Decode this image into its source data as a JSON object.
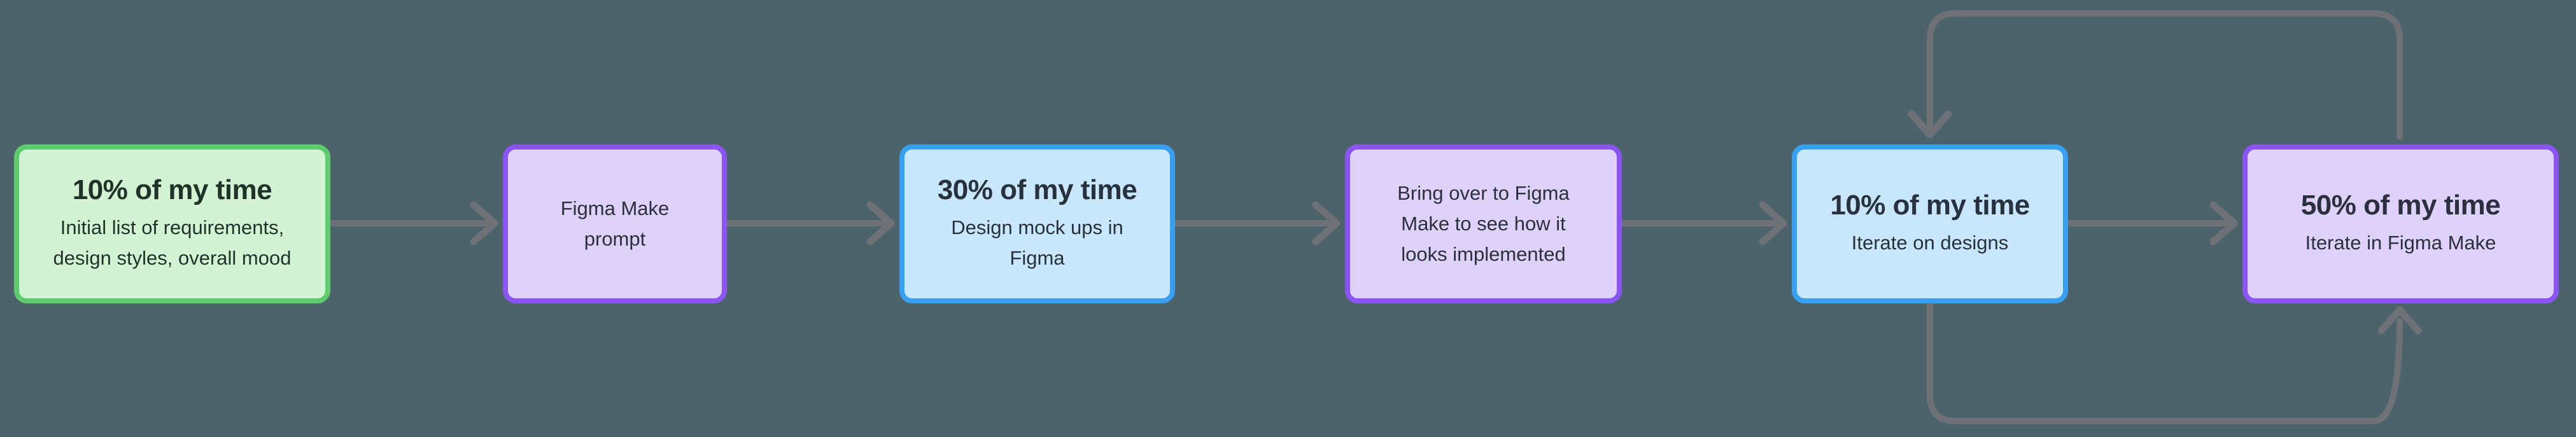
{
  "background_color": "#4d636c",
  "connector_color": "#6e7175",
  "boxes": [
    {
      "id": "requirements",
      "title": "10% of my time",
      "body": "Initial list of requirements,\ndesign styles, overall mood",
      "border_color": "#5ecb6e",
      "fill_color": "#d3f3d4",
      "text_color": "#1f3329"
    },
    {
      "id": "figma-make-prompt",
      "title": "",
      "body": "Figma Make\nprompt",
      "border_color": "#8b54f4",
      "fill_color": "#ded1fa",
      "text_color": "#2c2f3d"
    },
    {
      "id": "design-mockups",
      "title": "30% of my time",
      "body": "Design mock ups in\nFigma",
      "border_color": "#38a0f2",
      "fill_color": "#c8e6fc",
      "text_color": "#27323e"
    },
    {
      "id": "bring-to-figma-make",
      "title": "",
      "body": "Bring over to Figma\nMake to see how it\nlooks implemented",
      "border_color": "#8b54f4",
      "fill_color": "#ded1fa",
      "text_color": "#2c2f3d"
    },
    {
      "id": "iterate-designs",
      "title": "10% of my time",
      "body": "Iterate on designs",
      "border_color": "#38a0f2",
      "fill_color": "#c8e6fc",
      "text_color": "#27323e"
    },
    {
      "id": "iterate-figma-make",
      "title": "50% of my time",
      "body": "Iterate in Figma Make",
      "border_color": "#8b54f4",
      "fill_color": "#ded1fa",
      "text_color": "#2c2f3d"
    }
  ],
  "connectors": [
    {
      "type": "arrow-right",
      "from": "requirements",
      "to": "figma-make-prompt"
    },
    {
      "type": "arrow-right",
      "from": "figma-make-prompt",
      "to": "design-mockups"
    },
    {
      "type": "arrow-right",
      "from": "design-mockups",
      "to": "bring-to-figma-make"
    },
    {
      "type": "arrow-right",
      "from": "bring-to-figma-make",
      "to": "iterate-designs"
    },
    {
      "type": "arrow-right",
      "from": "iterate-designs",
      "to": "iterate-figma-make"
    },
    {
      "type": "loop-top",
      "from": "iterate-figma-make",
      "to": "iterate-designs"
    },
    {
      "type": "loop-bottom",
      "from": "iterate-designs",
      "to": "iterate-figma-make"
    }
  ]
}
